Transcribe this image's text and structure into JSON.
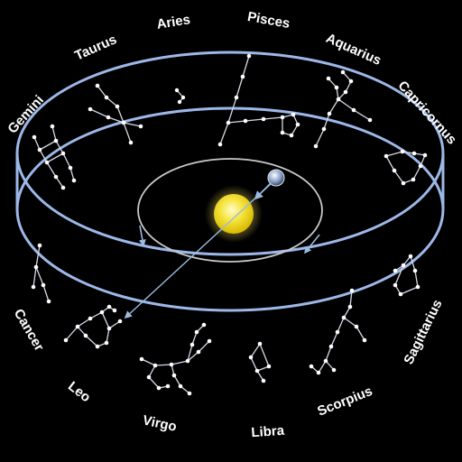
{
  "zodiac_signs": [
    "Aries",
    "Pisces",
    "Taurus",
    "Aquarius",
    "Gemini",
    "Capricornus",
    "Cancer",
    "Sagittarius",
    "Leo",
    "Scorpius",
    "Virgo",
    "Libra"
  ],
  "colors": {
    "background": "#000000",
    "band": "#9db8e8",
    "orbit": "#c8c8c8",
    "sun": "#f2dc1c",
    "arrow": "#9bbbe0",
    "label": "#ffffff"
  }
}
